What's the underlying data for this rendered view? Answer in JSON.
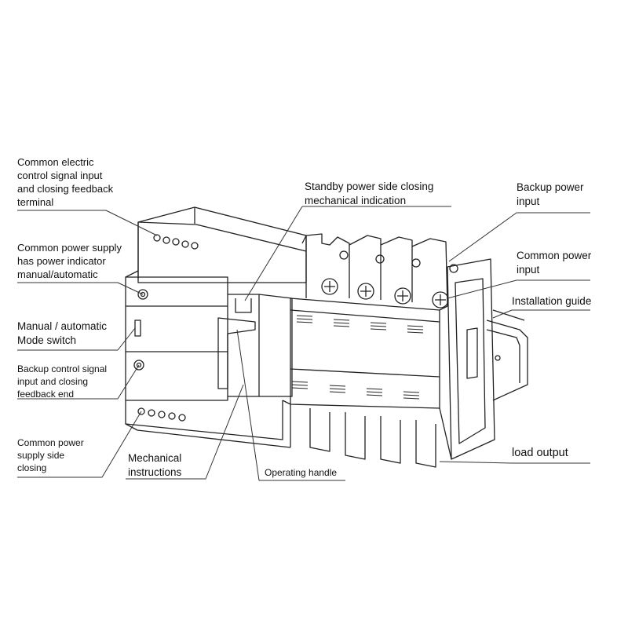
{
  "labels": {
    "l1": [
      "Common electric",
      "control signal input",
      "and closing feedback",
      "terminal"
    ],
    "l2": [
      "Common power supply",
      "has power indicator",
      "manual/automatic"
    ],
    "l3": [
      "Manual / automatic",
      "Mode switch"
    ],
    "l4": [
      "Backup control signal",
      "input and closing",
      "feedback end"
    ],
    "l5": [
      "Common power",
      "supply side",
      "closing"
    ],
    "l6": [
      "Mechanical",
      "instructions"
    ],
    "l7": [
      "Operating handle"
    ],
    "l8": [
      "Standby power side closing",
      "mechanical indication"
    ],
    "l9": [
      "Backup power",
      "input"
    ],
    "l10": [
      "Common power",
      "input"
    ],
    "l11": [
      "Installation guide"
    ],
    "l12": [
      "load output"
    ]
  },
  "colors": {
    "ink": "#111111",
    "background": "#ffffff"
  }
}
